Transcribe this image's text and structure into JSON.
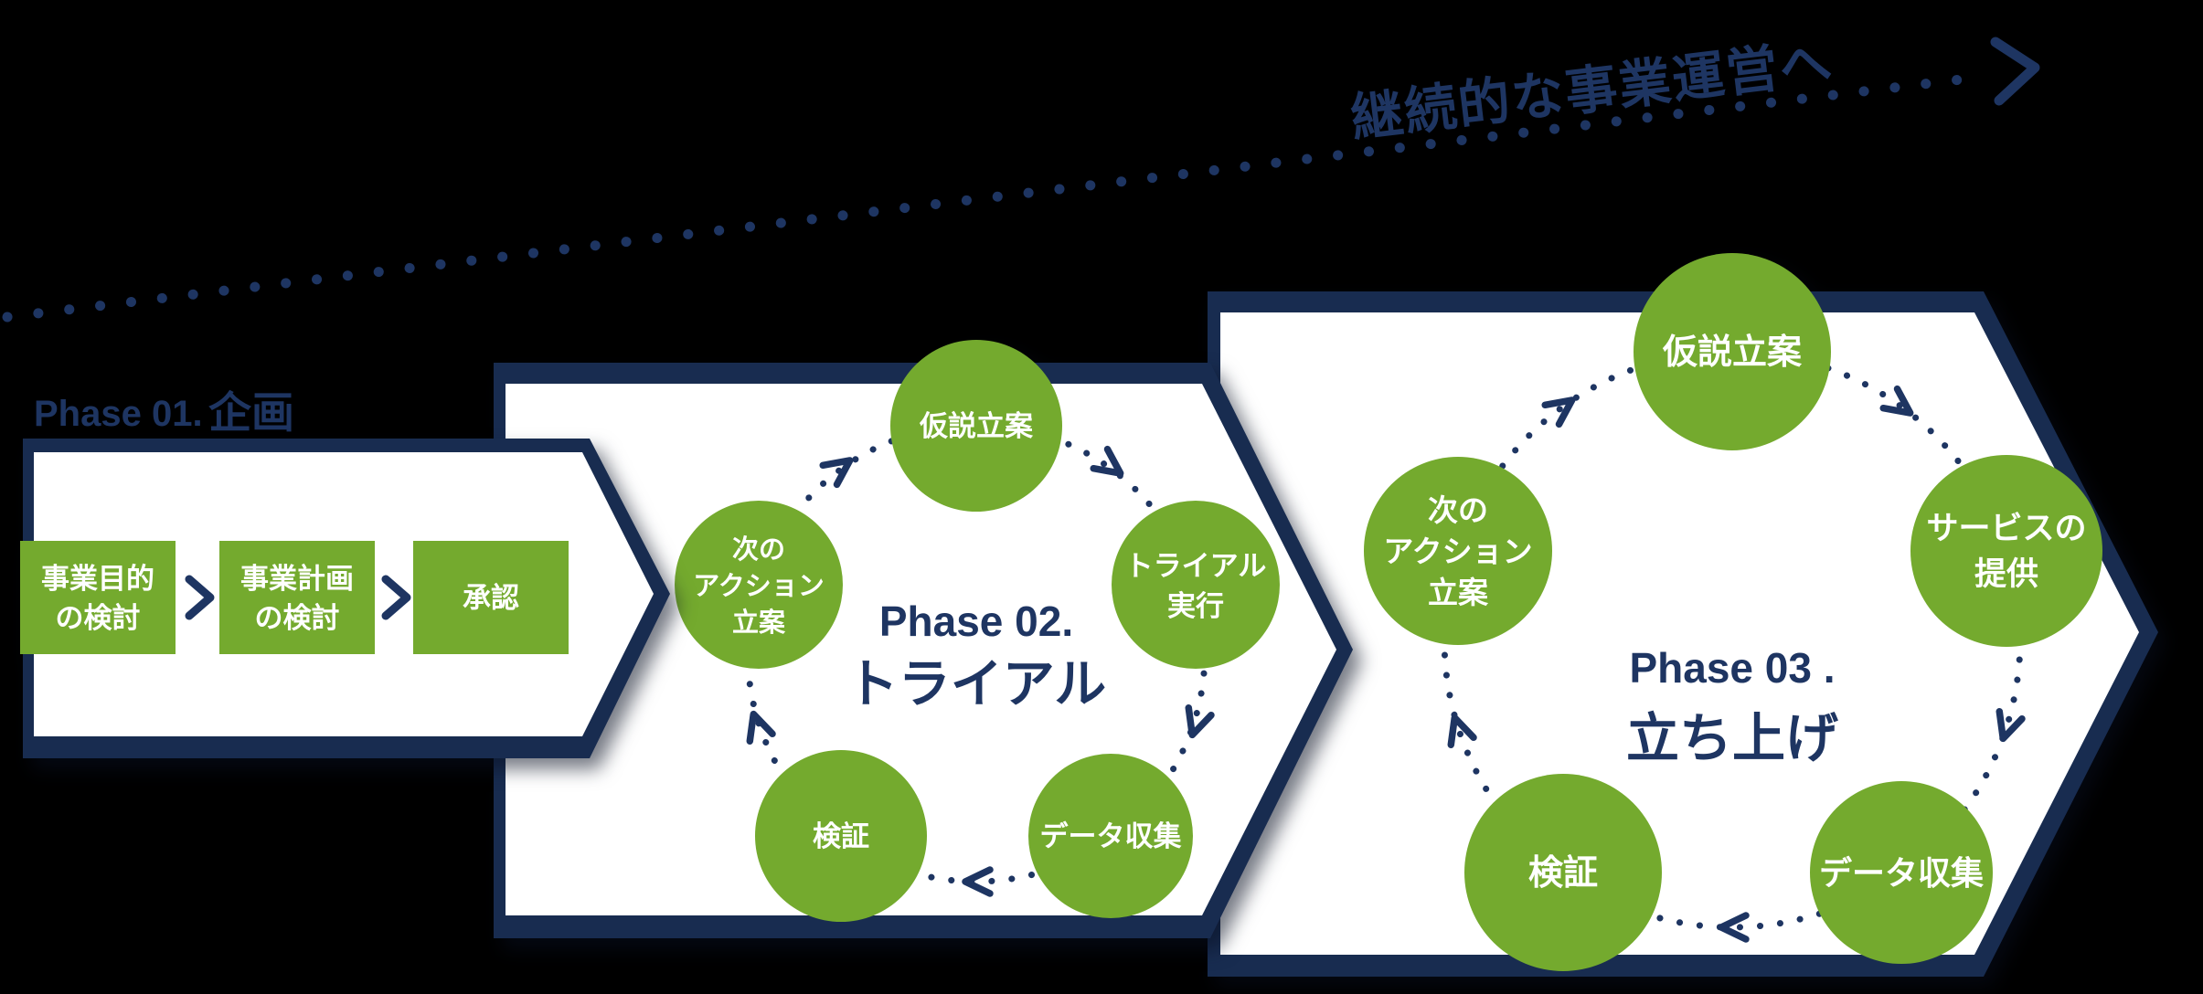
{
  "colors": {
    "background": "#000000",
    "green": "#74aa2e",
    "navy": "#1e3562",
    "navy_dark": "#182c50",
    "white": "#ffffff"
  },
  "top_arrow": {
    "label": "継続的な事業運営へ"
  },
  "phase1": {
    "label": "Phase 01.",
    "title": "企画",
    "boxes": [
      {
        "lines": [
          "事業目的",
          "の検討"
        ]
      },
      {
        "lines": [
          "事業計画",
          "の検討"
        ]
      },
      {
        "lines": [
          "承認"
        ]
      }
    ]
  },
  "phase2": {
    "label": "Phase 02.",
    "title": "トライアル",
    "cycle": [
      {
        "lines": [
          "仮説立案"
        ]
      },
      {
        "lines": [
          "トライアル",
          "実行"
        ]
      },
      {
        "lines": [
          "データ収集"
        ]
      },
      {
        "lines": [
          "検証"
        ]
      },
      {
        "lines": [
          "次の",
          "アクション",
          "立案"
        ]
      }
    ]
  },
  "phase3": {
    "label": "Phase 03 .",
    "title": "立ち上げ",
    "cycle": [
      {
        "lines": [
          "仮説立案"
        ]
      },
      {
        "lines": [
          "サービスの",
          "提供"
        ]
      },
      {
        "lines": [
          "データ収集"
        ]
      },
      {
        "lines": [
          "検証"
        ]
      },
      {
        "lines": [
          "次の",
          "アクション",
          "立案"
        ]
      }
    ]
  }
}
